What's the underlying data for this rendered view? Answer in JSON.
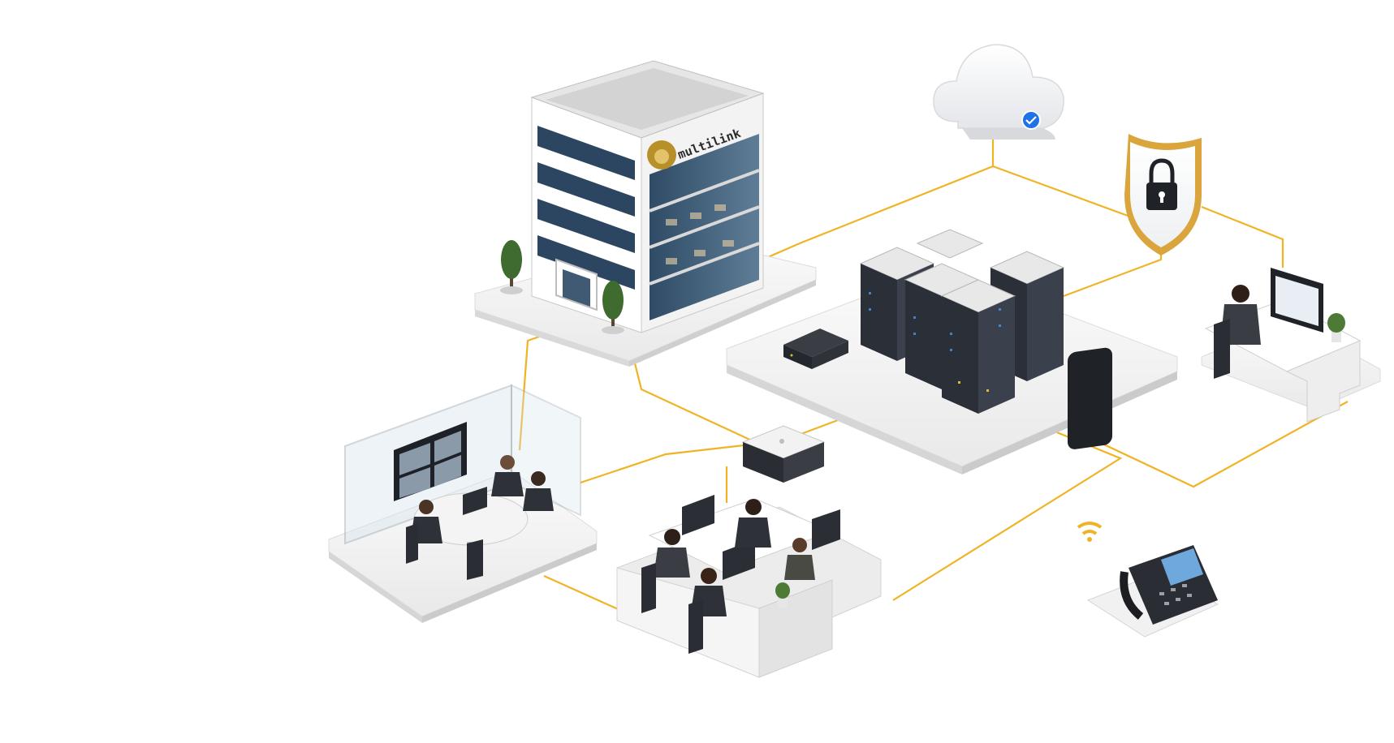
{
  "brand": {
    "name": "multilink",
    "logo_icon": "lion-head-icon",
    "logo_color": "#b8902a"
  },
  "colors": {
    "network_link": "#f0b324",
    "platform": "#f2f2f2",
    "rack": "#2a2f38",
    "glass": "#d8e6ef",
    "suit": "#3a3d44",
    "check_badge": "#1e73e8"
  },
  "nodes": [
    {
      "id": "headquarters",
      "icon": "office-building-icon"
    },
    {
      "id": "cloud",
      "icon": "cloud-check-icon"
    },
    {
      "id": "security",
      "icon": "shield-lock-icon"
    },
    {
      "id": "datacenter",
      "icon": "server-rack-icon"
    },
    {
      "id": "router",
      "icon": "router-icon"
    },
    {
      "id": "network-switch",
      "icon": "switch-icon"
    },
    {
      "id": "meeting-room",
      "icon": "video-conference-icon"
    },
    {
      "id": "open-office",
      "icon": "workstation-icon"
    },
    {
      "id": "remote-worker",
      "icon": "remote-desk-icon"
    },
    {
      "id": "voice-devices",
      "icon": "phone-wifi-icon"
    }
  ]
}
